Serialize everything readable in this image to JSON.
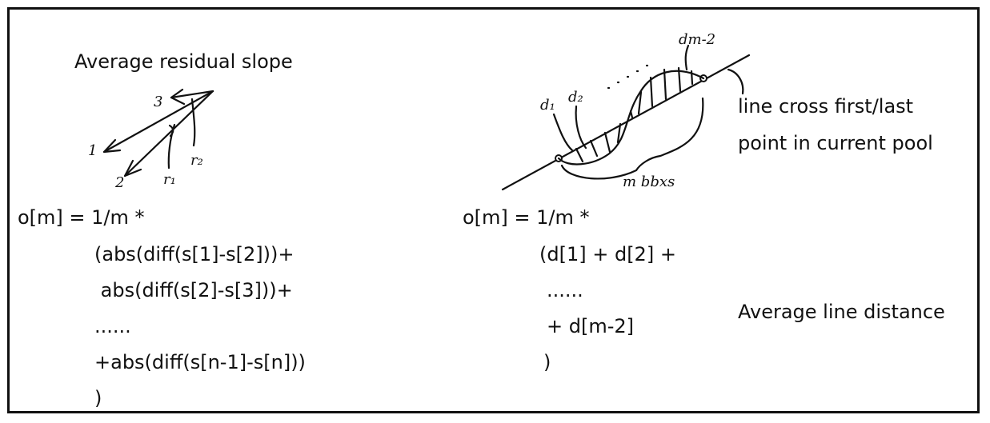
{
  "left_panel": {
    "title": "Average residual slope",
    "sketch_labels": {
      "arrow_1": "1",
      "arrow_2": "2",
      "arrow_3": "3",
      "r1": "r₁",
      "r2": "r₂"
    },
    "formula": [
      "o[m] = 1/m *",
      "(abs(diff(s[1]-s[2]))+",
      " abs(diff(s[2]-s[3]))+",
      "......",
      "+abs(diff(s[n-1]-s[n]))",
      ")"
    ]
  },
  "right_panel": {
    "sketch_labels": {
      "d1": "d₁",
      "d2": "d₂",
      "dm2": "dm-2",
      "m_bbxs": "m bbxs"
    },
    "annotation": [
      "line cross first/last",
      "point in current pool"
    ],
    "formula": [
      "o[m] = 1/m *",
      "(d[1] + d[2] +",
      "......",
      "+ d[m-2]",
      ")"
    ],
    "caption": "Average line distance"
  }
}
